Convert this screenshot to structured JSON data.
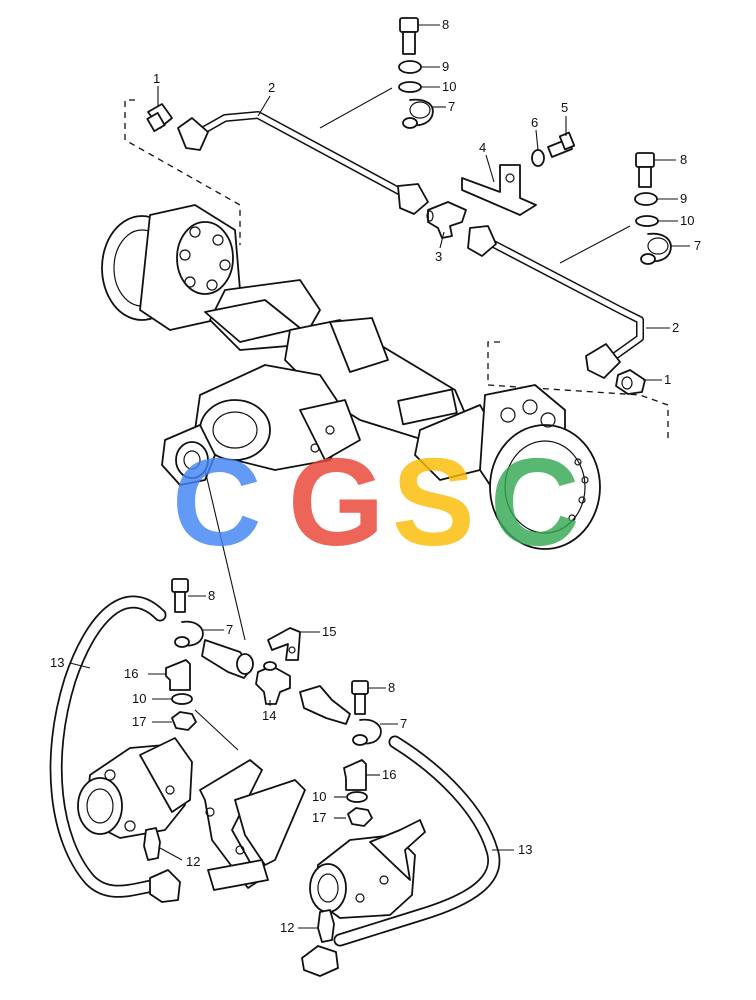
{
  "watermark": {
    "letters": [
      "C",
      "G",
      "S",
      "C"
    ],
    "colors": [
      "#4285F4",
      "#EA4335",
      "#FBBC05",
      "#34A853"
    ]
  },
  "callouts": {
    "c1_top": "1",
    "c2_top": "2",
    "c8_top": "8",
    "c9_top": "9",
    "c10_top": "10",
    "c7_top": "7",
    "c6": "6",
    "c5": "5",
    "c4": "4",
    "c3": "3",
    "c8_right": "8",
    "c9_right": "9",
    "c10_right": "10",
    "c7_right": "7",
    "c2_right": "2",
    "c1_right": "1",
    "c8_mid_left": "8",
    "c7_mid_left": "7",
    "c15": "15",
    "c13_left": "13",
    "c16_left": "16",
    "c10_mid_left": "10",
    "c17_left": "17",
    "c14": "14",
    "c8_mid_right": "8",
    "c7_mid_right": "7",
    "c16_right": "16",
    "c10_mid_right": "10",
    "c17_right": "17",
    "c13_right": "13",
    "c12_left": "12",
    "c12_bottom": "12"
  }
}
